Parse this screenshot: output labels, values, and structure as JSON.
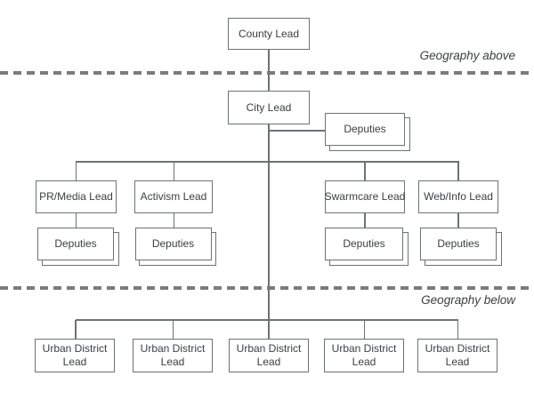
{
  "org_chart": {
    "county": {
      "label": "County Lead"
    },
    "city": {
      "label": "City Lead"
    },
    "city_deputies": {
      "label": "Deputies"
    },
    "separators": {
      "above_label": "Geography above",
      "below_label": "Geography below"
    },
    "departments": [
      {
        "label": "PR/Media Lead",
        "deputies_label": "Deputies"
      },
      {
        "label": "Activism Lead",
        "deputies_label": "Deputies"
      },
      {
        "label": "Swarmcare Lead",
        "deputies_label": "Deputies"
      },
      {
        "label": "Web/Info Lead",
        "deputies_label": "Deputies"
      }
    ],
    "districts": [
      "Urban District Lead",
      "Urban District Lead",
      "Urban District Lead",
      "Urban District Lead",
      "Urban District Lead"
    ],
    "colors": {
      "line": "#6d7275",
      "text": "#3b3e40",
      "dashed_separator": "#7b7b7b",
      "background": "#ffffff"
    }
  }
}
